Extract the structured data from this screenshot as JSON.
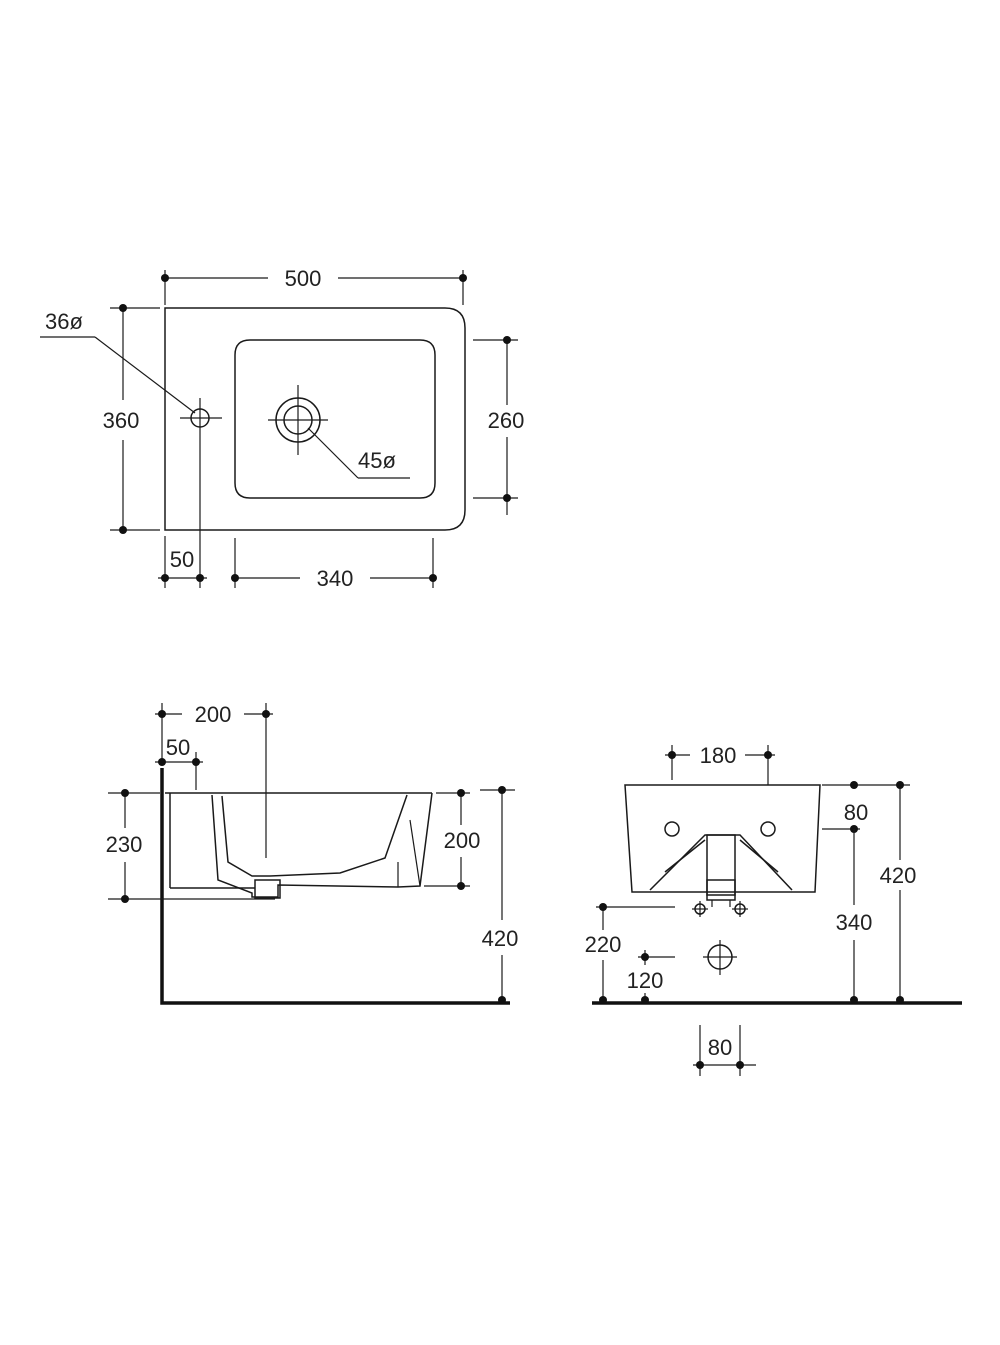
{
  "colors": {
    "line": "#1a1a1a",
    "background": "#ffffff"
  },
  "top_view": {
    "width": "500",
    "depth": "360",
    "inner_depth": "260",
    "tap_offset": "50",
    "bowl_width": "340",
    "tap_hole": "36ø",
    "drain_hole": "45ø"
  },
  "side_view": {
    "drain_offset": "200",
    "tap_offset": "50",
    "front_height": "230",
    "bowl_height": "200",
    "mount_height": "420"
  },
  "front_view": {
    "fixing_spacing": "180",
    "top_to_fixing": "80",
    "fixing_height": "340",
    "mount_height": "420",
    "waste_height": "220",
    "trap_height": "120",
    "trap_width": "80"
  }
}
